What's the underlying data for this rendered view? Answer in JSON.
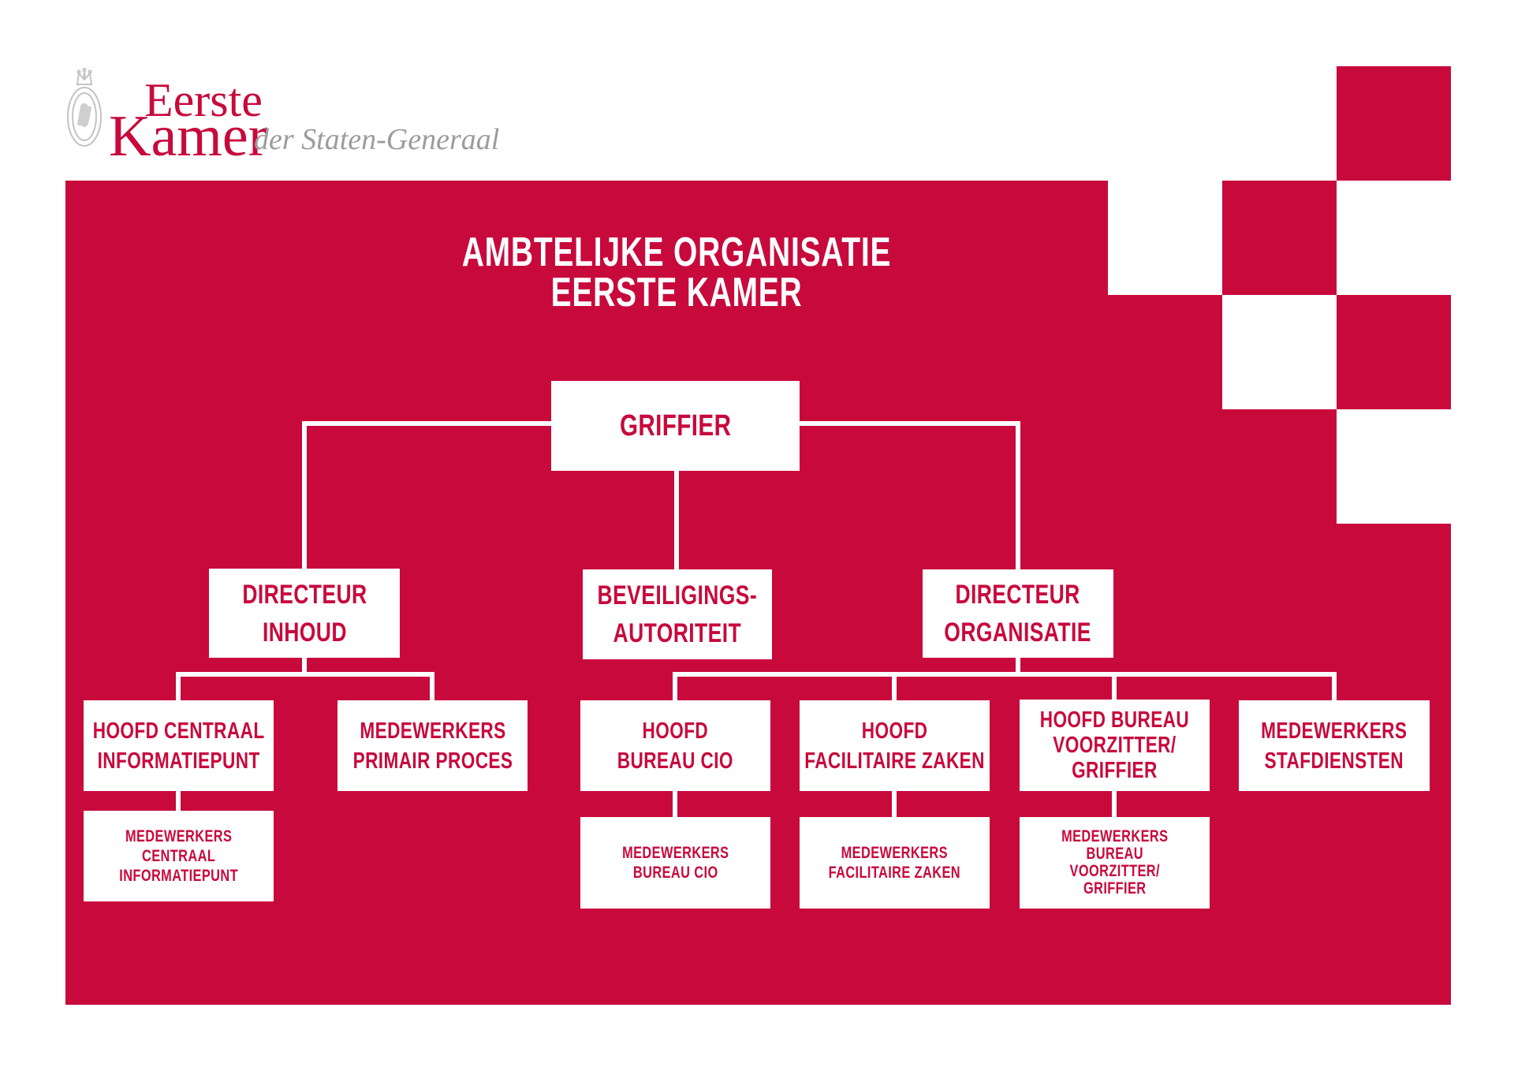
{
  "colors": {
    "brand_red": "#C8093C",
    "white": "#FFFFFF",
    "logo_subtitle_gray": "#9C9C9B",
    "emblem_gray": "#C3C3C2"
  },
  "logo": {
    "line1": "Eerste",
    "line2": "Kamer",
    "subtitle": "der Staten-Generaal",
    "emblem": "royal-seal-with-crown"
  },
  "title": {
    "line1": "AMBTELIJKE ORGANISATIE",
    "line2": "EERSTE KAMER"
  },
  "org_chart": {
    "root": {
      "label": "GRIFFIER"
    },
    "level2": [
      {
        "lines": [
          "DIRECTEUR",
          "INHOUD"
        ]
      },
      {
        "lines": [
          "BEVEILIGINGS-",
          "AUTORITEIT"
        ]
      },
      {
        "lines": [
          "DIRECTEUR",
          "ORGANISATIE"
        ]
      }
    ],
    "level3": [
      {
        "lines": [
          "HOOFD CENTRAAL",
          "INFORMATIEPUNT"
        ]
      },
      {
        "lines": [
          "MEDEWERKERS",
          "PRIMAIR PROCES"
        ]
      },
      {
        "lines": [
          "HOOFD",
          "BUREAU CIO"
        ]
      },
      {
        "lines": [
          "HOOFD",
          "FACILITAIRE ZAKEN"
        ]
      },
      {
        "lines": [
          "HOOFD BUREAU",
          "VOORZITTER/",
          "GRIFFIER"
        ]
      },
      {
        "lines": [
          "MEDEWERKERS",
          "STAFDIENSTEN"
        ]
      }
    ],
    "level4": [
      {
        "lines": [
          "MEDEWERKERS",
          "CENTRAAL",
          "INFORMATIEPUNT"
        ]
      },
      {
        "lines": [
          "MEDEWERKERS",
          "BUREAU CIO"
        ]
      },
      {
        "lines": [
          "MEDEWERKERS",
          "FACILITAIRE ZAKEN"
        ]
      },
      {
        "lines": [
          "MEDEWERKERS",
          "BUREAU",
          "VOORZITTER/",
          "GRIFFIER"
        ]
      }
    ]
  }
}
